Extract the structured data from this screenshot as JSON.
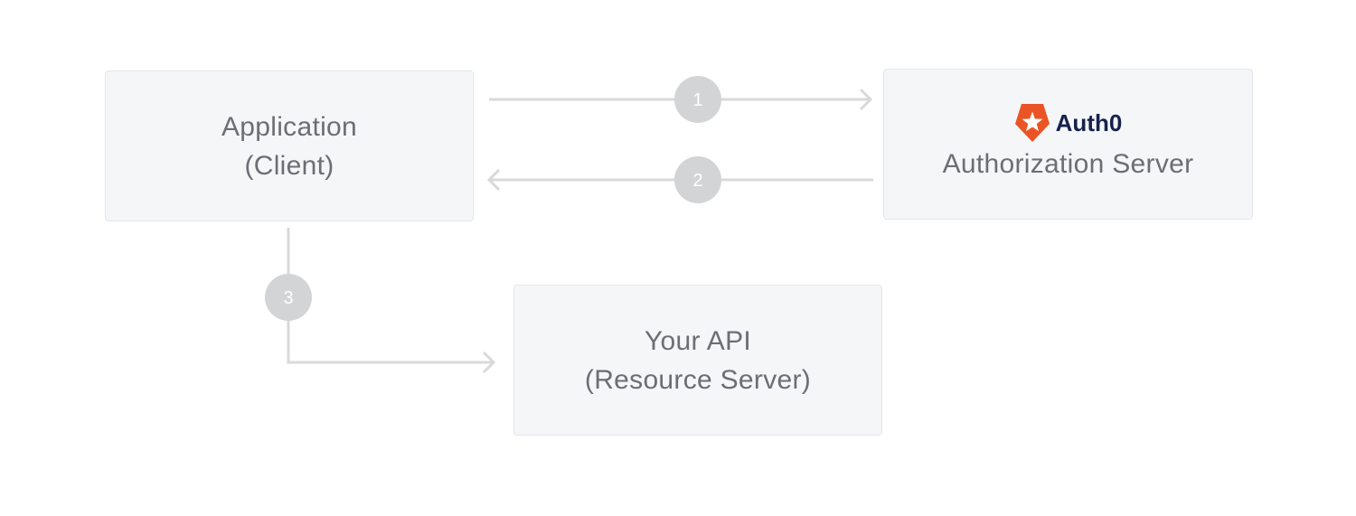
{
  "nodes": {
    "application": {
      "line1": "Application",
      "line2": "(Client)"
    },
    "authorization_server": {
      "brand": "Auth0",
      "label": "Authorization Server",
      "brand_color": "#EB5424"
    },
    "api": {
      "line1": "Your API",
      "line2": "(Resource Server)"
    }
  },
  "steps": [
    "1",
    "2",
    "3"
  ],
  "colors": {
    "connector": "#d8d9db",
    "badge": "#d3d4d6",
    "box_fill": "#f5f6f8",
    "box_border": "#e3e5e9",
    "text": "#6b6e74"
  }
}
